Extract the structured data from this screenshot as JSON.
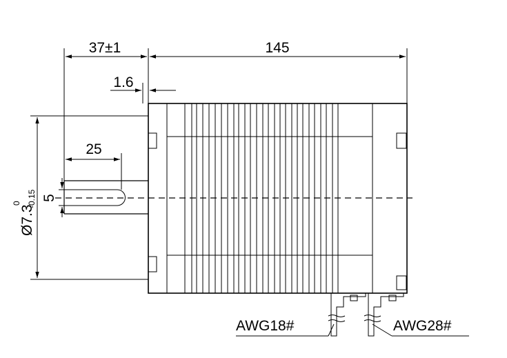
{
  "dimensions": {
    "flange_offset": "37±1",
    "body_length": "145",
    "flange_thickness": "1.6",
    "shaft_flat_length": "25",
    "flat_width": "5",
    "shaft_diameter_main": "Ø7.3",
    "shaft_tol_upper": "0",
    "shaft_tol_lower": "-0.15"
  },
  "labels": {
    "power_wire": "AWG18#",
    "signal_wire": "AWG28#"
  }
}
